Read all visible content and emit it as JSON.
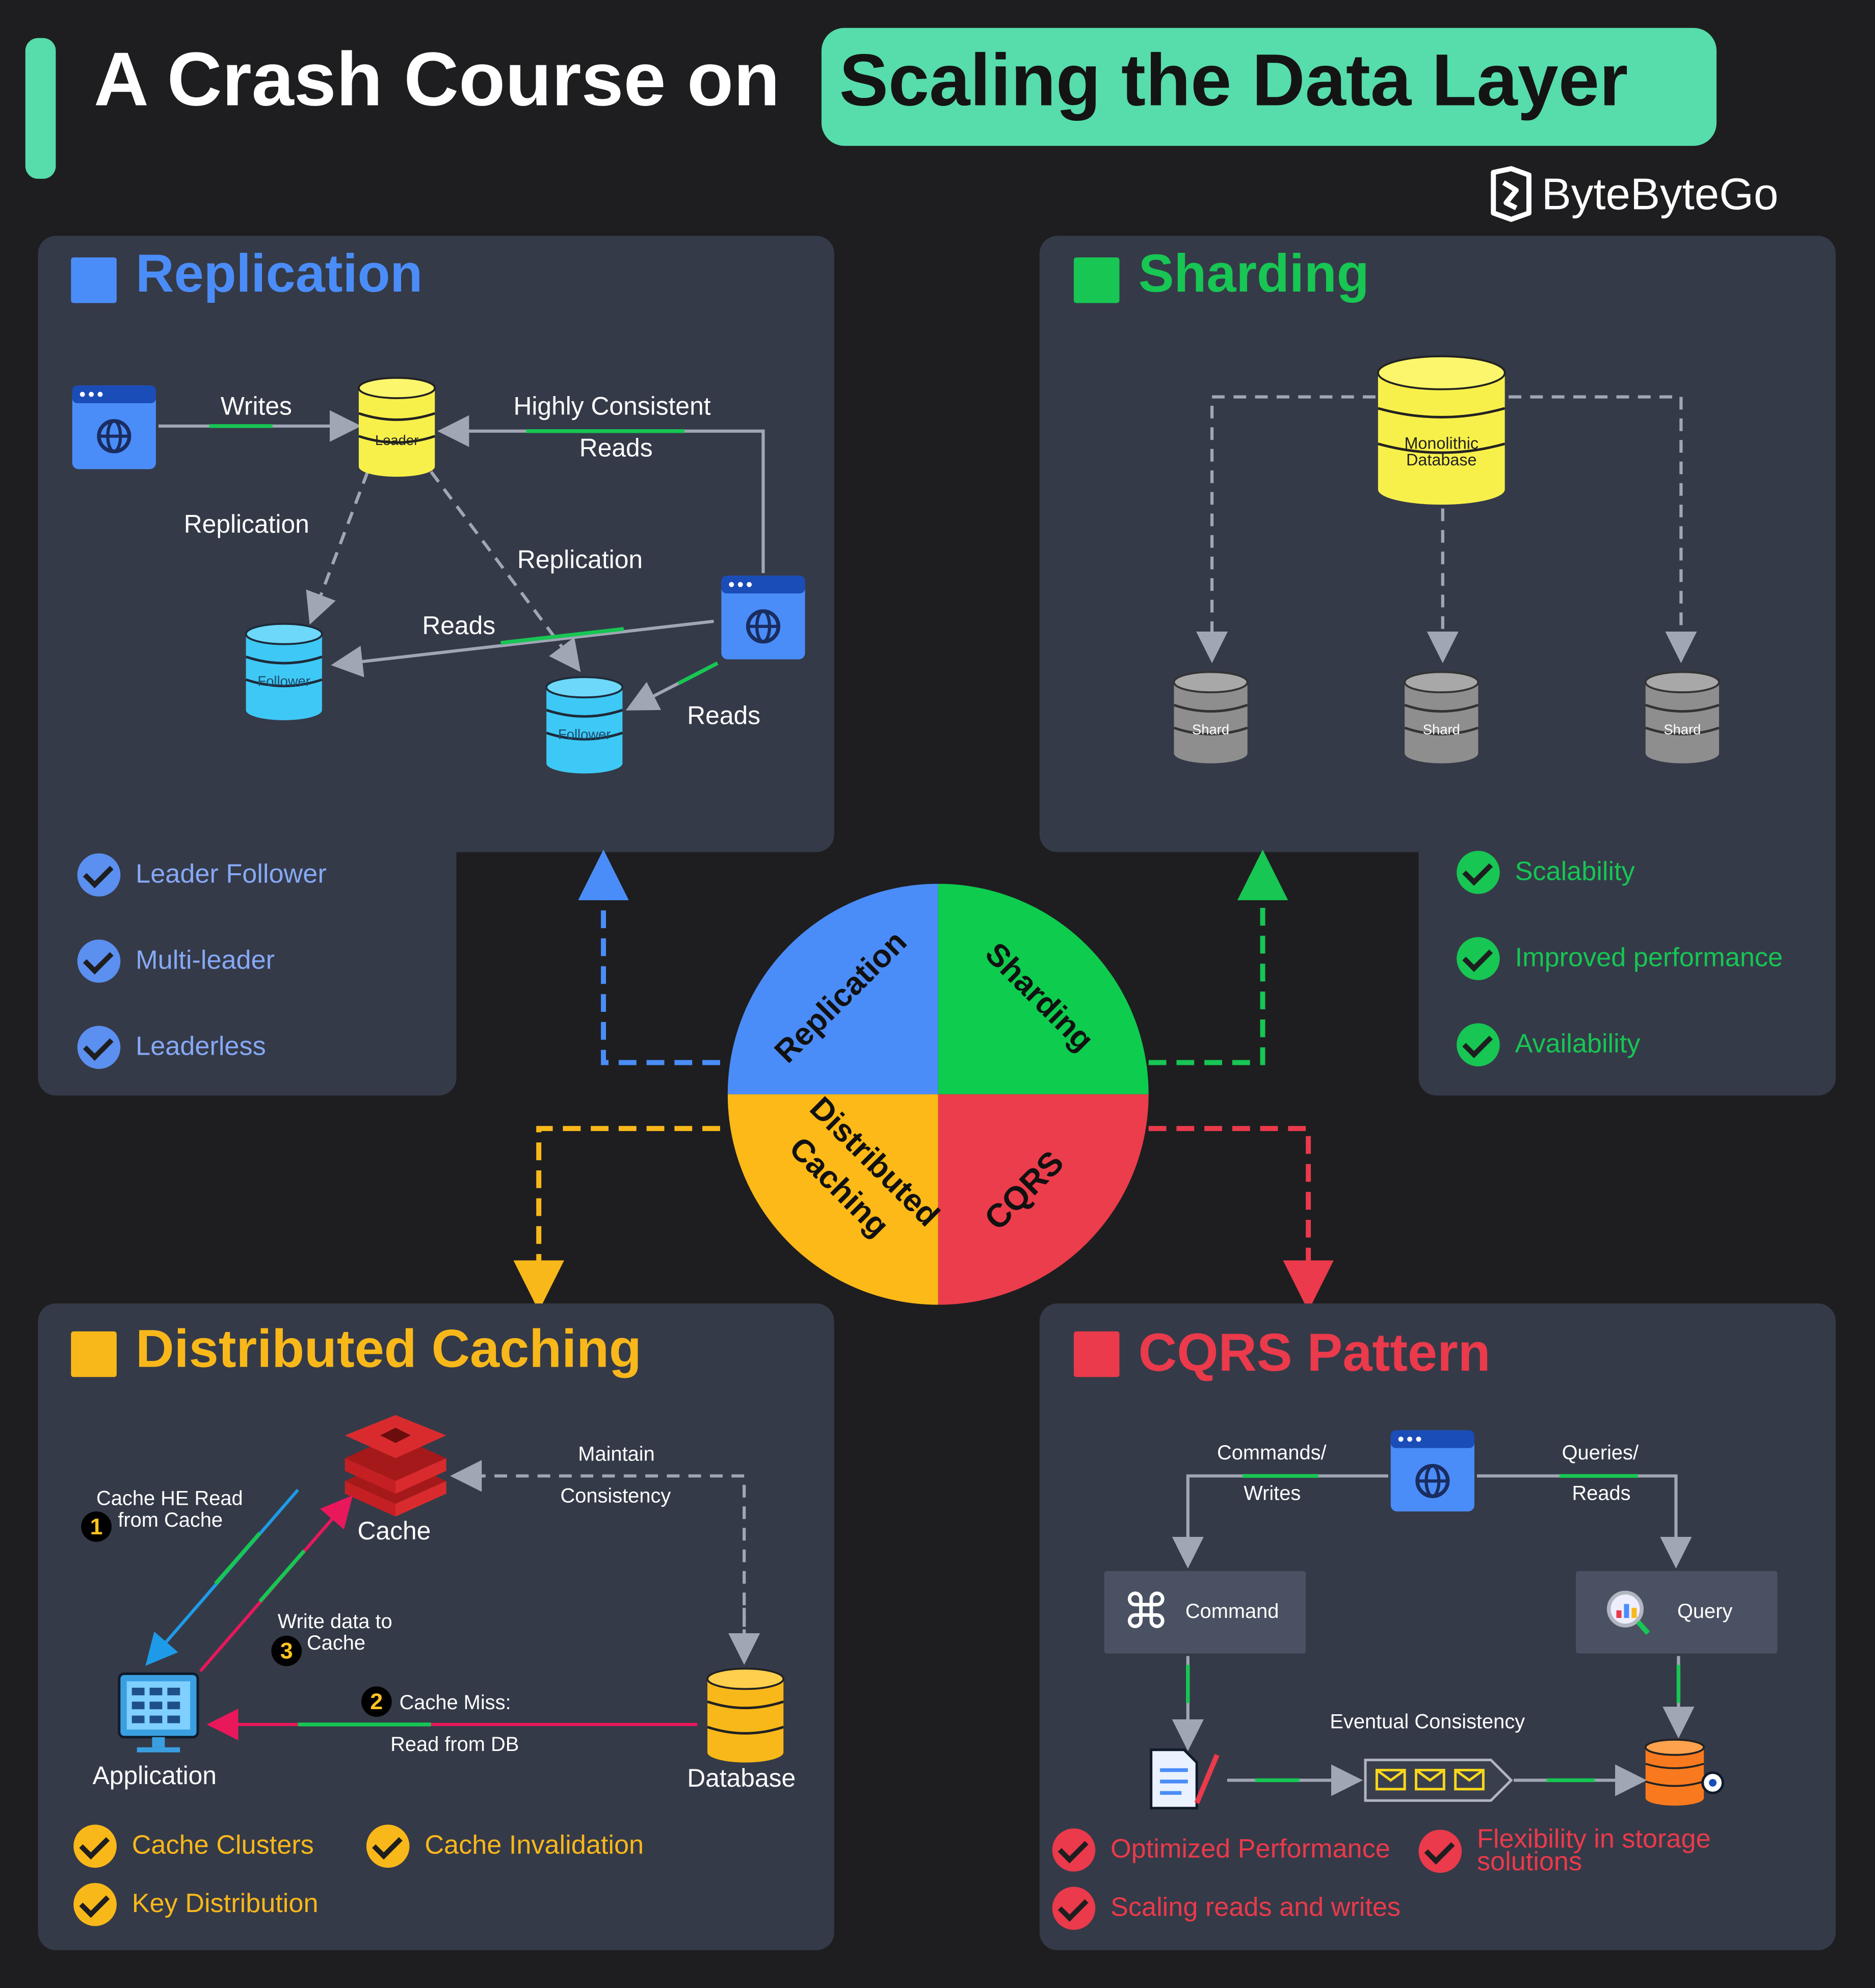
{
  "header": {
    "title_prefix": "A Crash Course on",
    "title_highlight": "Scaling the Data Layer",
    "brand": "ByteByteGo",
    "colors": {
      "accent": "#57dcab",
      "background": "#1e1e20",
      "panel": "#353a48"
    }
  },
  "replication": {
    "title": "Replication",
    "color": "#4b8df8",
    "edges": {
      "writes": "Writes",
      "highly_consistent": "Highly Consistent",
      "reads_top": "Reads",
      "replication_left": "Replication",
      "replication_right": "Replication",
      "reads_mid": "Reads",
      "reads_bottom": "Reads"
    },
    "nodes": {
      "leader": "Leader",
      "follower_1": "Follower",
      "follower_2": "Follower"
    },
    "features": [
      "Leader Follower",
      "Multi-leader",
      "Leaderless"
    ]
  },
  "sharding": {
    "title": "Sharding",
    "color": "#17c653",
    "monolith_line1": "Monolithic",
    "monolith_line2": "Database",
    "shards": [
      "Shard",
      "Shard",
      "Shard"
    ],
    "features": [
      "Scalability",
      "Improved performance",
      "Availability"
    ]
  },
  "wheel": {
    "segments": [
      {
        "label": "Replication",
        "color": "#4b8df8"
      },
      {
        "label": "Sharding",
        "color": "#0ecc4e"
      },
      {
        "label_line1": "Distributed",
        "label_line2": "Caching",
        "color": "#fcb917"
      },
      {
        "label": "CQRS",
        "color": "#eb3d4b"
      }
    ]
  },
  "caching": {
    "title": "Distributed Caching",
    "color": "#f9b81a",
    "cache_label": "Cache",
    "application_label": "Application",
    "database_label": "Database",
    "maintain": "Maintain",
    "consistency": "Consistency",
    "step1_line1": "Cache HE Read",
    "step1_line2": "from Cache",
    "step1_num": "1",
    "step2_line1": "Cache Miss:",
    "step2_line2": "Read from DB",
    "step2_num": "2",
    "step3_line1": "Write data to",
    "step3_line2": "Cache",
    "step3_num": "3",
    "features": [
      "Cache Clusters",
      "Cache Invalidation",
      "Key Distribution"
    ]
  },
  "cqrs": {
    "title": "CQRS Pattern",
    "color": "#ea3a4b",
    "commands_line1": "Commands/",
    "commands_line2": "Writes",
    "queries_line1": "Queries/",
    "queries_line2": "Reads",
    "command_box": "Command",
    "query_box": "Query",
    "eventual": "Eventual Consistency",
    "features": [
      "Optimized Performance",
      "Flexibility in storage",
      "solutions",
      "Scaling reads and writes"
    ]
  }
}
